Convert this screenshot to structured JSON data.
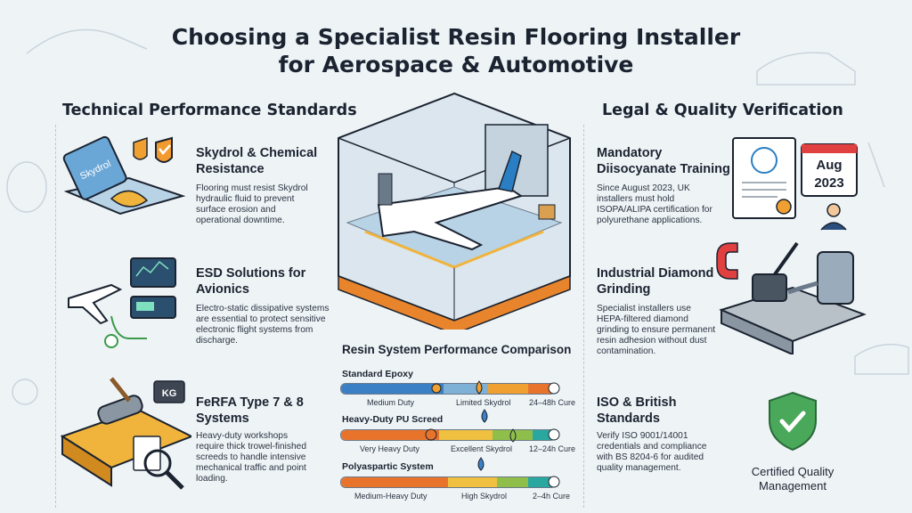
{
  "title_line1": "Choosing a Specialist Resin Flooring Installer",
  "title_line2": "for Aerospace & Automotive",
  "left_heading": "Technical Performance Standards",
  "right_heading": "Legal & Quality Verification",
  "left_items": [
    {
      "h1": "Skydrol & Chemical",
      "h2": "Resistance",
      "b": [
        "Flooring must resist Skydrol",
        "hydraulic fluid to prevent",
        "surface erosion and",
        "operational downtime."
      ]
    },
    {
      "h1": "ESD Solutions for",
      "h2": "Avionics",
      "b": [
        "Electro-static dissipative systems",
        "are essential to protect sensitive",
        "electronic flight systems from",
        "discharge."
      ]
    },
    {
      "h1": "FeRFA Type 7 & 8",
      "h2": "Systems",
      "b": [
        "Heavy-duty workshops",
        "require thick trowel-finished",
        "screeds to handle intensive",
        "mechanical traffic and point",
        "loading."
      ]
    }
  ],
  "right_items": [
    {
      "h1": "Mandatory",
      "h2": "Diisocyanate Training",
      "b": [
        "Since August 2023, UK",
        "installers must hold",
        "ISOPA/ALIPA certification for",
        "polyurethane applications."
      ]
    },
    {
      "h1": "Industrial Diamond",
      "h2": "Grinding",
      "b": [
        "Specialist installers use",
        "HEPA-filtered diamond",
        "grinding to ensure permanent",
        "resin adhesion without dust",
        "contamination."
      ]
    },
    {
      "h1": "ISO & British",
      "h2": "Standards",
      "b": [
        "Verify ISO 9001/14001",
        "credentials and compliance",
        "with BS 8204-6 for audited",
        "quality management."
      ]
    }
  ],
  "icon_labels": {
    "can_label": "Skydrol",
    "weight_label": "KG",
    "calendar_month": "Aug",
    "calendar_year": "2023"
  },
  "certified_line1": "Certified Quality",
  "certified_line2": "Management",
  "comparison": {
    "heading": "Resin System Performance Comparison",
    "systems": [
      {
        "name": "Standard Epoxy",
        "duty": "Medium Duty",
        "skydrol": "Limited Skydrol",
        "cure": "24–48h Cure"
      },
      {
        "name": "Heavy-Duty PU Screed",
        "duty": "Very Heavy Duty",
        "skydrol": "Excellent Skydrol",
        "cure": "12–24h Cure"
      },
      {
        "name": "Polyaspartic System",
        "duty": "Medium-Heavy Duty",
        "skydrol": "High Skydrol",
        "cure": "2–4h Cure"
      }
    ]
  },
  "colors": {
    "blue": "#3b7fc4",
    "orange": "#e8842c",
    "yellow": "#f0c040",
    "green": "#8fbf4a",
    "teal": "#2aa8a0",
    "navy": "#1b2330"
  }
}
